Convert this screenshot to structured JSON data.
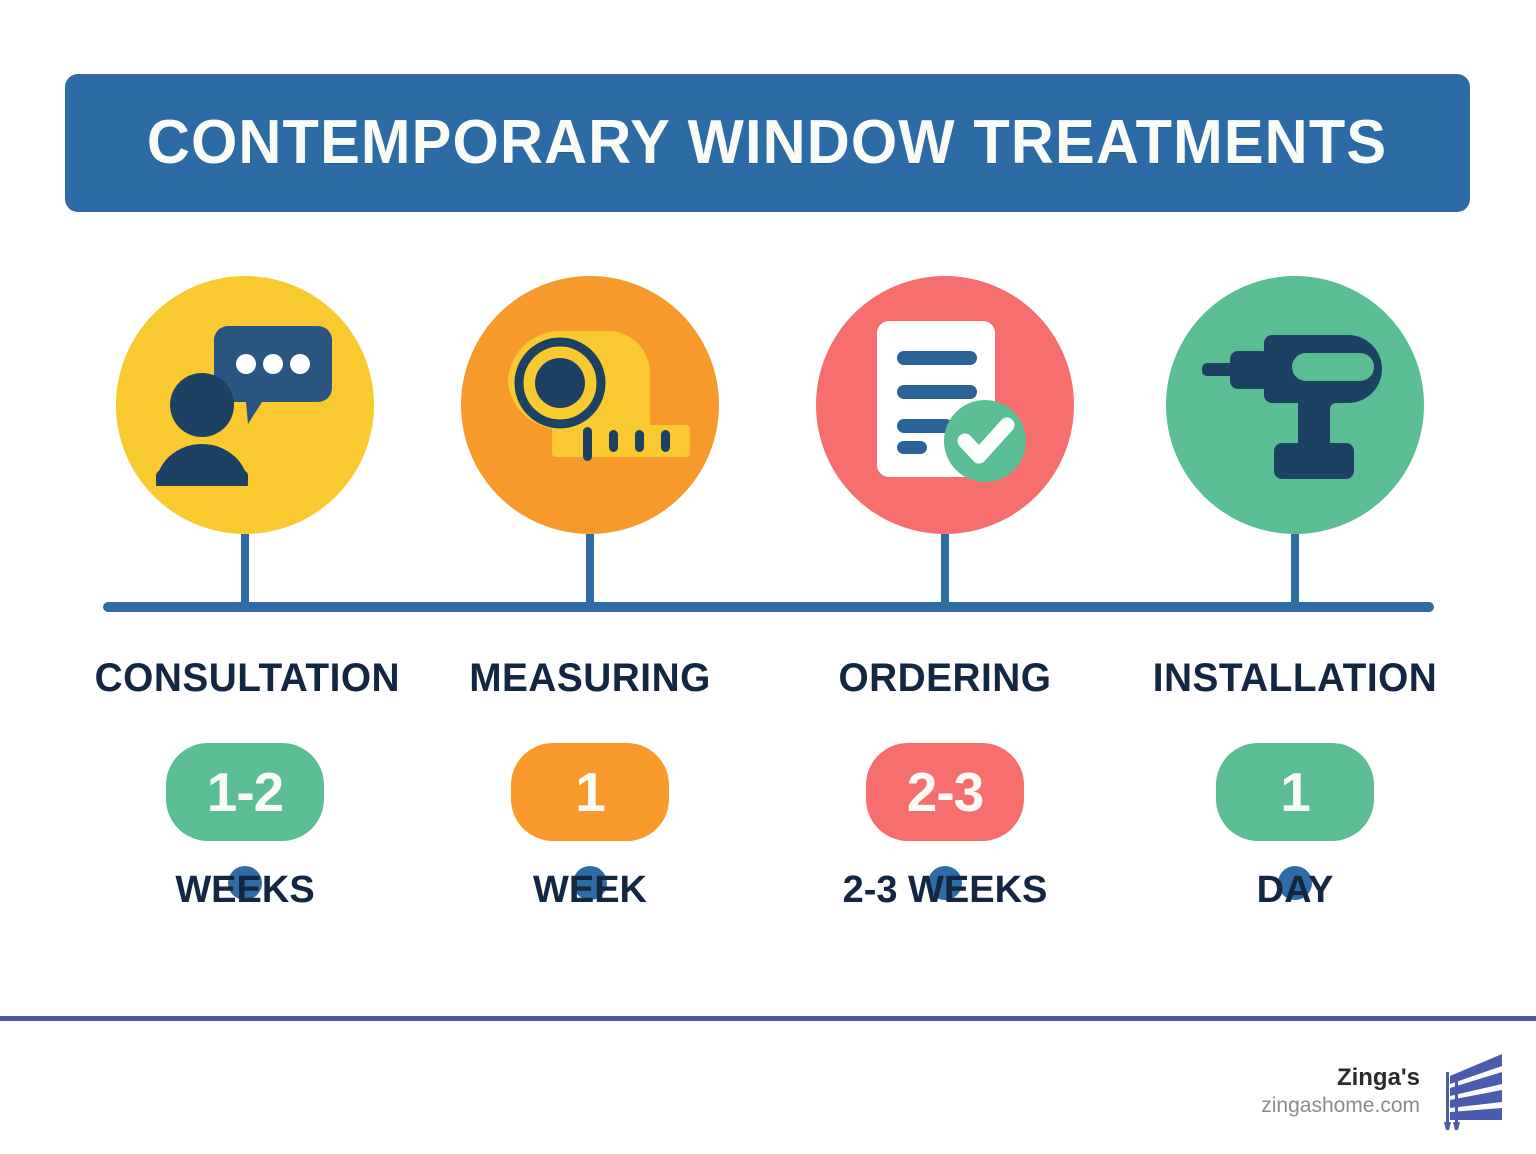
{
  "header": {
    "title": "CONTEMPORARY WINDOW TREATMENTS",
    "background_color": "#2d6ba7",
    "text_color": "#fbfbf6"
  },
  "timeline": {
    "line_color": "#2f6ca6",
    "node_color": "#2f6ca6"
  },
  "steps": [
    {
      "label": "CONSULTATION",
      "icon": "person-speech-bubble-icon",
      "circle_color": "#f9ca2f",
      "duration_value": "1-2",
      "duration_unit": "WEEKS",
      "pill_color": "#5bbd93"
    },
    {
      "label": "MEASURING",
      "icon": "tape-measure-icon",
      "circle_color": "#f79a2b",
      "duration_value": "1",
      "duration_unit": "WEEK",
      "pill_color": "#f79a2b"
    },
    {
      "label": "ORDERING",
      "icon": "document-check-icon",
      "circle_color": "#f76e6e",
      "duration_value": "2-3",
      "duration_unit": "2-3 WEEKS",
      "pill_color": "#f76e6e"
    },
    {
      "label": "INSTALLATION",
      "icon": "power-drill-icon",
      "circle_color": "#5bbd93",
      "duration_value": "1",
      "duration_unit": "DAY",
      "pill_color": "#5bbd93"
    }
  ],
  "footer": {
    "divider_color": "#4f5a9e",
    "brand_name": "Zinga's",
    "brand_url": "zingashome.com",
    "logo": "window-blinds-logo"
  }
}
